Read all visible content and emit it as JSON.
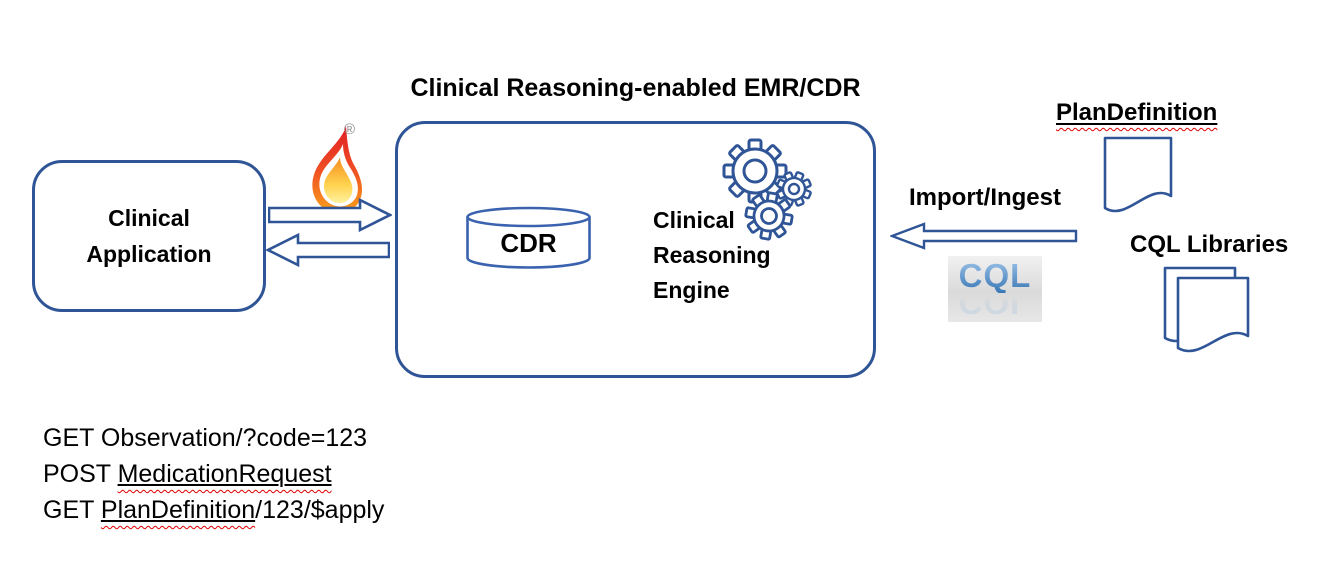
{
  "title": "Clinical Reasoning-enabled EMR/CDR",
  "clinical_application": {
    "label": "Clinical Application"
  },
  "fhir": {
    "registered_mark": "®",
    "icon": "fhir-flame"
  },
  "cdr": {
    "label": "CDR"
  },
  "engine": {
    "label": "Clinical Reasoning Engine",
    "icon": "gears"
  },
  "import_flow": {
    "label": "Import/Ingest"
  },
  "cql_badge": {
    "text": "CQL"
  },
  "plan_definition": {
    "label": "PlanDefinition",
    "icon": "document"
  },
  "cql_libraries": {
    "label": "CQL Libraries",
    "icon": "documents-stack"
  },
  "api_lines": [
    {
      "pre": "GET ",
      "link": "",
      "post": "Observation/?code=123"
    },
    {
      "pre": "POST ",
      "link": "MedicationRequest",
      "post": ""
    },
    {
      "pre": "GET ",
      "link": "PlanDefinition",
      "post": "/123/$apply"
    }
  ],
  "colors": {
    "outline_blue": "#2F5597",
    "cylinder_blue": "#3A62AE",
    "flame_red": "#E01E25",
    "flame_orange": "#F9A11B",
    "cql_blue": "#3A77B5",
    "spellcheck_red": "#E00000"
  }
}
